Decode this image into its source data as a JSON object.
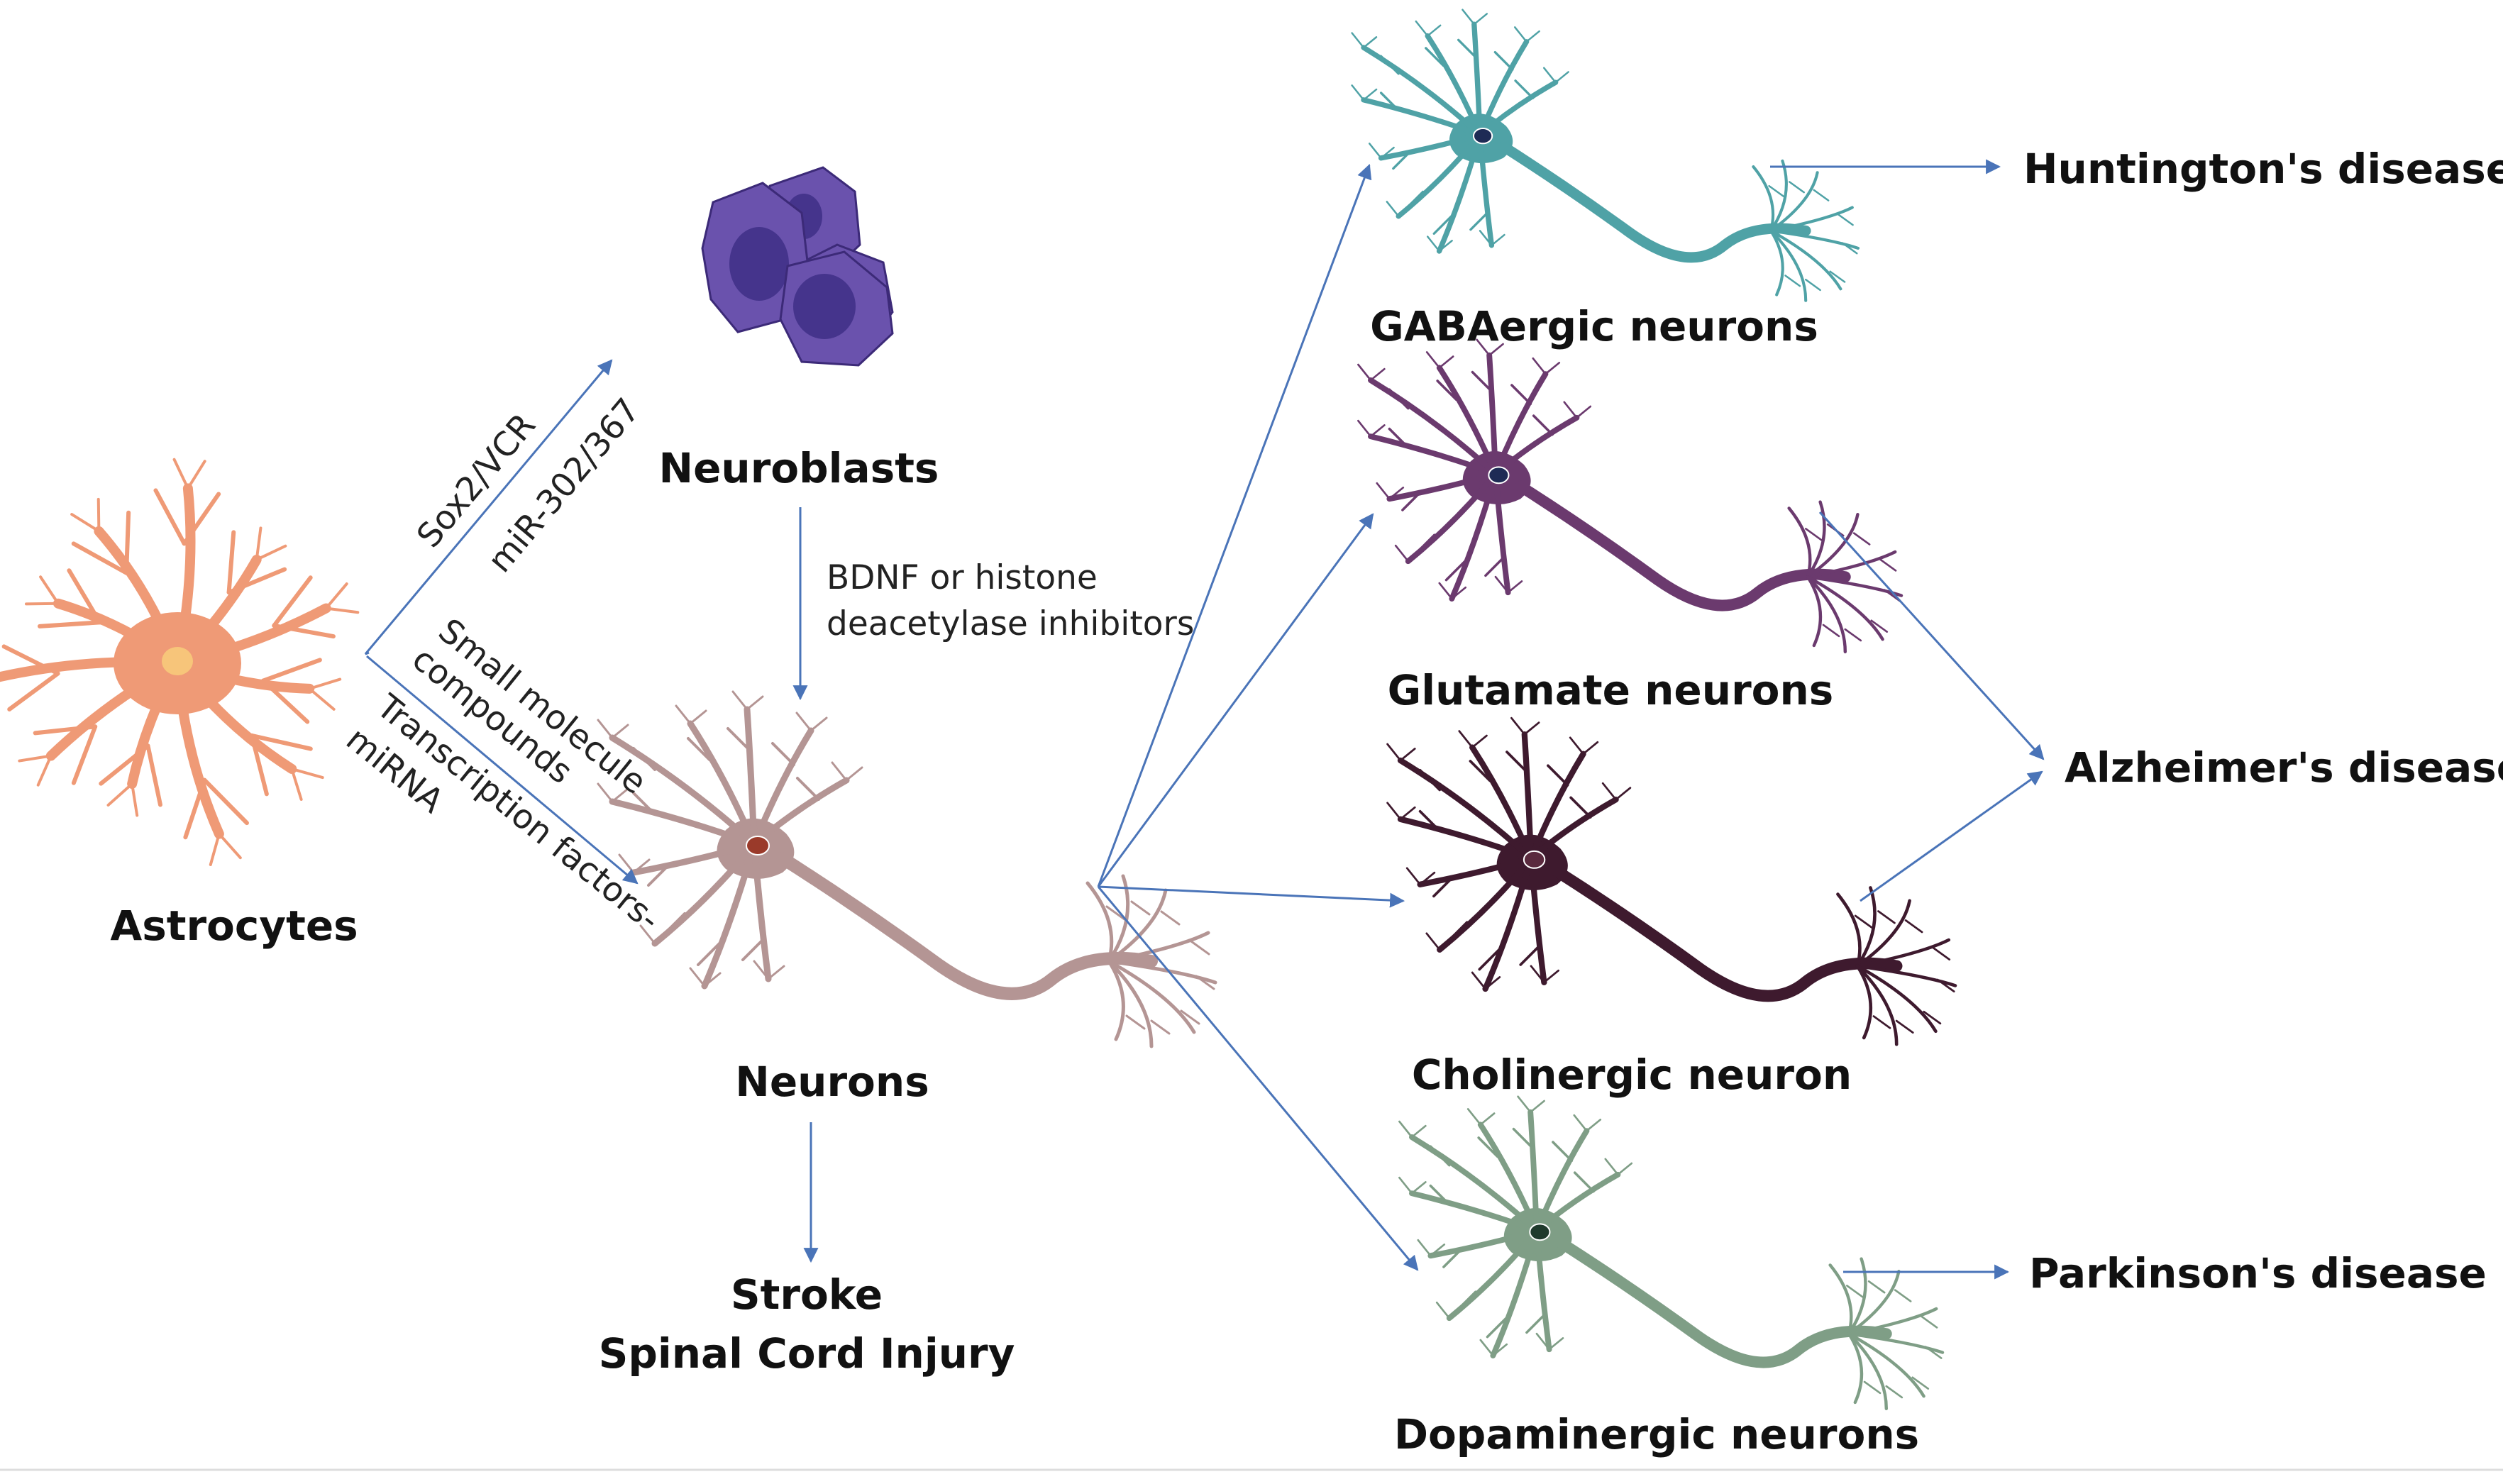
{
  "labels": {
    "astrocytes": "Astrocytes",
    "neuroblasts": "Neuroblasts",
    "neurons": "Neurons",
    "stroke": "Stroke",
    "spinal_cord_injury": "Spinal Cord Injury",
    "gabaergic": "GABAergic neurons",
    "glutamate": "Glutamate neurons",
    "cholinergic": "Cholinergic neuron",
    "dopaminergic": "Dopaminergic neurons",
    "huntington": "Huntington's disease",
    "alzheimer": "Alzheimer's disease",
    "parkinson": "Parkinson's disease"
  },
  "edge_labels": {
    "sox2_vcr": "Sox2/VCR",
    "mir_302_367": "miR-302/367",
    "small_molecule": "Small molecule",
    "compounds": "compounds",
    "transcription_factors": "Transcription factors-",
    "mirna": "miRNA",
    "bdnf_line1": "BDNF or histone",
    "bdnf_line2": "deacetylase inhibitors"
  },
  "colors": {
    "arrow": "#4a74b8",
    "astrocyte": "#ef9a76",
    "astrocyte_nucleus": "#f7c57a",
    "neuroblast": "#6a52ad",
    "neuroblast_nucleus": "#3e2f86",
    "neuron": "#b49594",
    "neuron_nucleus": "#9a3a2a",
    "gabaergic": "#4fa2a6",
    "glutamate": "#6b3a6e",
    "cholinergic": "#3e1a2e",
    "dopaminergic": "#7f9e86"
  },
  "icons": {
    "astrocyte": "astrocyte-cell-icon",
    "neuroblasts": "neuroblast-cluster-icon",
    "neuron": "neuron-cell-icon"
  }
}
